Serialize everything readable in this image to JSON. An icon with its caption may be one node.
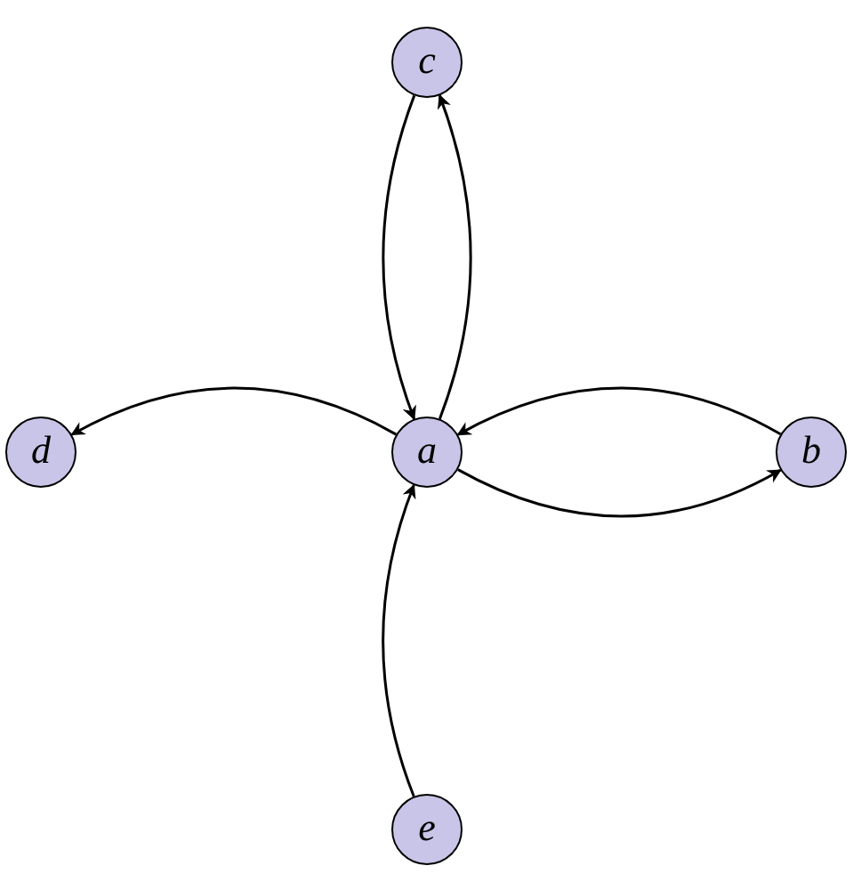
{
  "diagram": {
    "nodes": [
      {
        "text": [
          "c"
        ]
      },
      {
        "text": [
          "d"
        ]
      },
      {
        "text": [
          "a"
        ]
      },
      {
        "text": [
          "b"
        ]
      },
      {
        "text": [
          "e"
        ]
      }
    ],
    "edges": [
      {
        "from": 0,
        "to": 2,
        "arrow": "to"
      },
      {
        "from": 2,
        "to": 0,
        "arrow": "to"
      },
      {
        "from": 2,
        "to": 1,
        "arrow": "to"
      },
      {
        "from": 3,
        "to": 2,
        "arrow": "to"
      },
      {
        "from": 2,
        "to": 3,
        "arrow": "to"
      },
      {
        "from": 4,
        "to": 2,
        "arrow": "to"
      }
    ]
  }
}
